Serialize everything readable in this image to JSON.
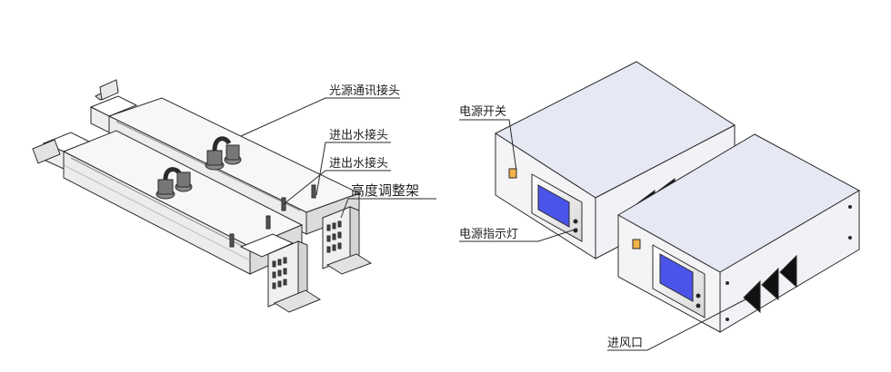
{
  "labels": {
    "light_source_comm_connector": "光源通讯接头",
    "water_connector_1": "进出水接头",
    "water_connector_2": "进出水接头",
    "height_adjust_frame": "高度调整架",
    "power_switch": "电源开关",
    "power_indicator": "电源指示灯",
    "air_inlet": "进风口"
  },
  "colors": {
    "line": "#2b2b2b",
    "cabinet_top": "#e6e8f4",
    "cabinet_side": "#f2f2f6",
    "screen": "#4a54e8",
    "metal": "#dcdcdc"
  }
}
